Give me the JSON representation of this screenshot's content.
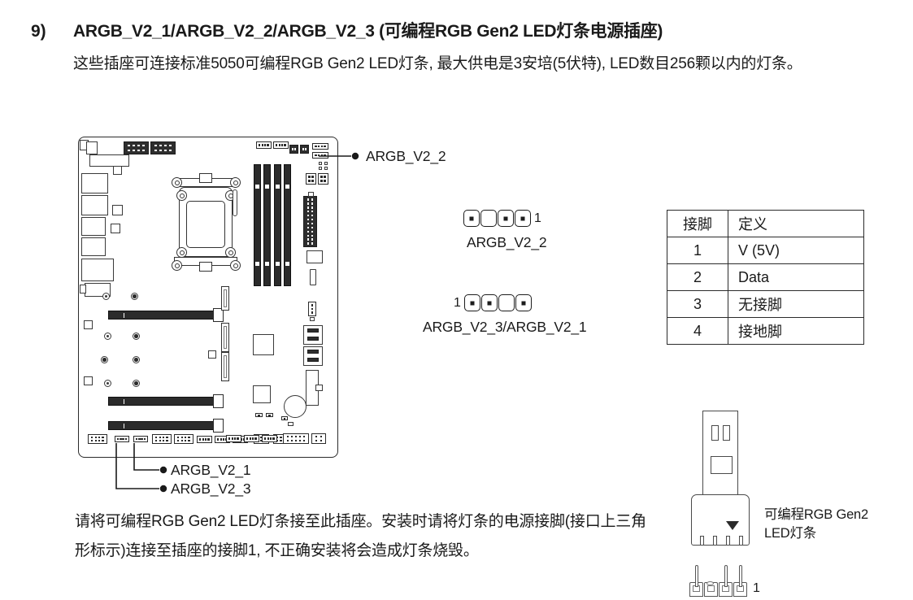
{
  "section": {
    "number": "9)",
    "title": "ARGB_V2_1/ARGB_V2_2/ARGB_V2_3 (可编程RGB Gen2 LED灯条电源插座)",
    "intro": "这些插座可连接标准5050可编程RGB Gen2 LED灯条, 最大供电是3安培(5伏特), LED数目256颗以内的灯条。",
    "note": "请将可编程RGB Gen2 LED灯条接至此插座。安装时请将灯条的电源接脚(接口上三角形标示)连接至插座的接脚1, 不正确安装将会造成灯条烧毁。"
  },
  "board_diagram": {
    "name": "motherboard-layout",
    "callouts": [
      {
        "label": "ARGB_V2_2",
        "position": "top-right"
      },
      {
        "label": "ARGB_V2_1",
        "position": "bottom-left"
      },
      {
        "label": "ARGB_V2_3",
        "position": "bottom-left"
      }
    ]
  },
  "headers": [
    {
      "caption": "ARGB_V2_2",
      "pin1_side": "right",
      "pin_number_label": "1",
      "pins": [
        {
          "index": 4,
          "present": true
        },
        {
          "index": 3,
          "present": false
        },
        {
          "index": 2,
          "present": true
        },
        {
          "index": 1,
          "present": true
        }
      ]
    },
    {
      "caption": "ARGB_V2_3/ARGB_V2_1",
      "pin1_side": "left",
      "pin_number_label": "1",
      "pins": [
        {
          "index": 1,
          "present": true
        },
        {
          "index": 2,
          "present": true
        },
        {
          "index": 3,
          "present": false
        },
        {
          "index": 4,
          "present": true
        }
      ]
    }
  ],
  "pin_table": {
    "headers": [
      "接脚",
      "定义"
    ],
    "rows": [
      {
        "pin": "1",
        "definition": "V (5V)"
      },
      {
        "pin": "2",
        "definition": "Data"
      },
      {
        "pin": "3",
        "definition": "无接脚"
      },
      {
        "pin": "4",
        "definition": "接地脚"
      }
    ]
  },
  "led_figure": {
    "caption_line1": "可编程RGB Gen2",
    "caption_line2": "LED灯条",
    "triangle_marker": "▼",
    "connector_pin_label": "1"
  },
  "colors": {
    "text": "#1a1a1a",
    "line": "#2b2b2b",
    "slot_dark": "#2b2b2b",
    "background": "#ffffff"
  }
}
